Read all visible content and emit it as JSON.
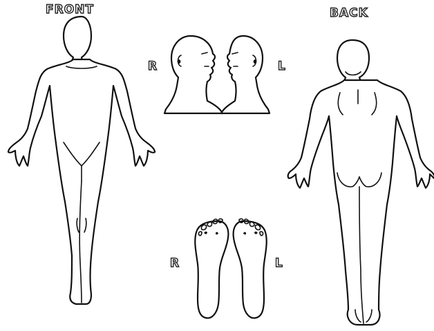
{
  "labels": {
    "front": "FRONT",
    "back": "BACK",
    "head_right": "R",
    "head_left": "L",
    "foot_right": "R",
    "foot_left": "L"
  },
  "colors": {
    "line": "#111111",
    "background": "#ffffff"
  }
}
